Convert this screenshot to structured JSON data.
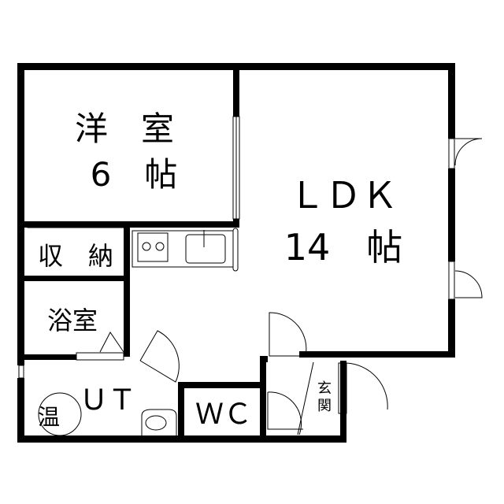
{
  "rooms": {
    "western": {
      "name": "洋　室",
      "size": "6　帖"
    },
    "ldk": {
      "name": "ＬＤＫ",
      "size": "14　帖"
    },
    "storage": {
      "name": "収　納"
    },
    "bath": {
      "name": "浴室"
    },
    "utility": {
      "name": "ＵＴ"
    },
    "water_heater": {
      "name": "温"
    },
    "toilet": {
      "name": "ＷＣ"
    },
    "entrance": {
      "name_top": "玄",
      "name_bottom": "関"
    }
  }
}
